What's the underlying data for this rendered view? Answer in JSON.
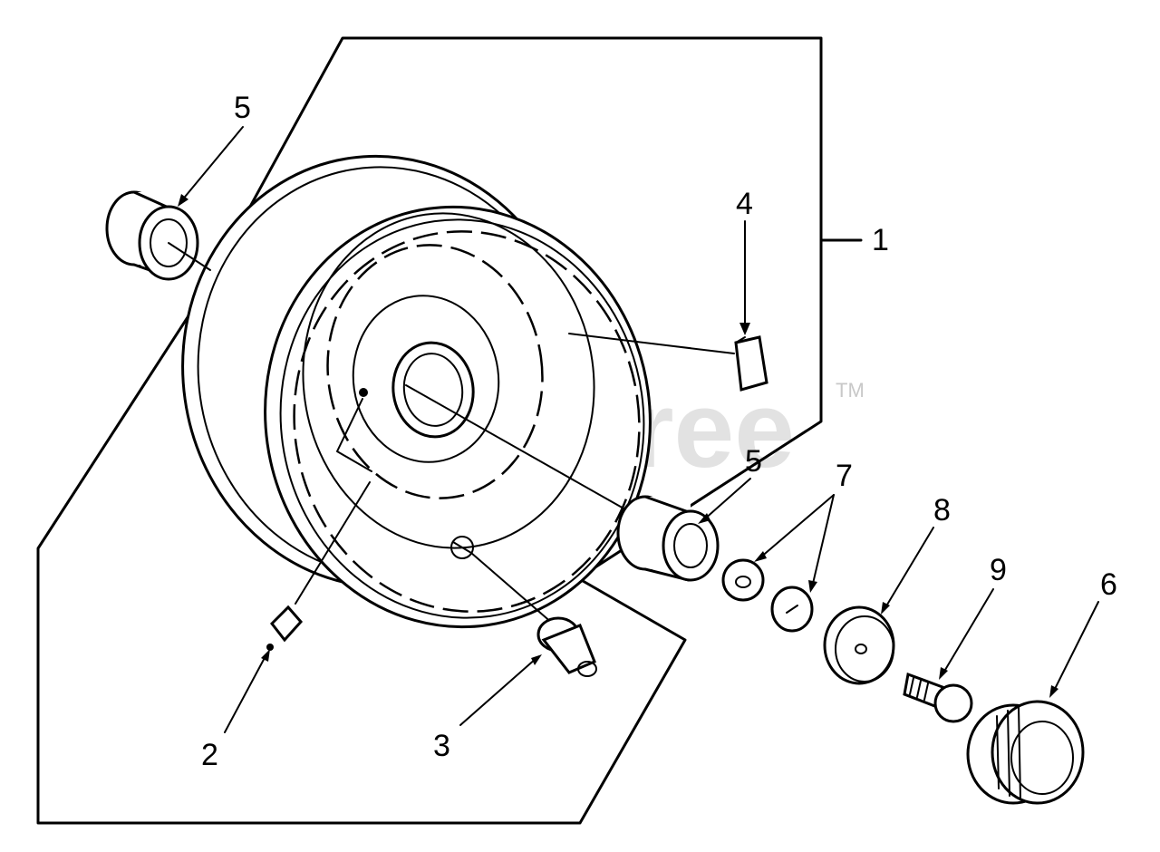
{
  "watermark": {
    "text": "PartsTree",
    "trademark": "TM"
  },
  "callouts": {
    "c1": "1",
    "c2": "2",
    "c3": "3",
    "c4": "4",
    "c5a": "5",
    "c5b": "5",
    "c6": "6",
    "c7": "7",
    "c8": "8",
    "c9": "9"
  }
}
